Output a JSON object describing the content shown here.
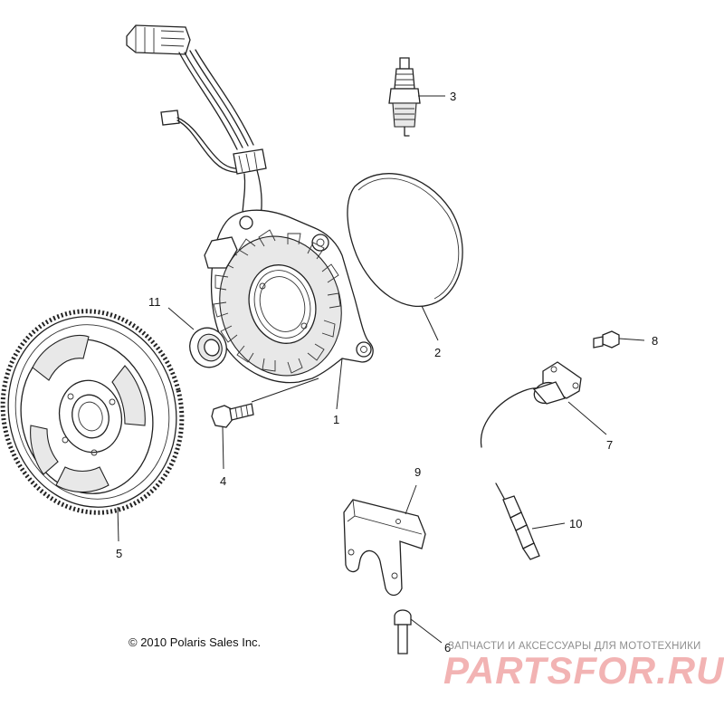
{
  "callouts": [
    {
      "id": "1",
      "label": "1"
    },
    {
      "id": "2",
      "label": "2"
    },
    {
      "id": "3",
      "label": "3"
    },
    {
      "id": "4",
      "label": "4"
    },
    {
      "id": "5",
      "label": "5"
    },
    {
      "id": "6",
      "label": "6"
    },
    {
      "id": "7",
      "label": "7"
    },
    {
      "id": "8",
      "label": "8"
    },
    {
      "id": "9",
      "label": "9"
    },
    {
      "id": "10",
      "label": "10"
    },
    {
      "id": "11",
      "label": "11"
    }
  ],
  "copyright": "© 2010 Polaris Sales Inc.",
  "watermark": {
    "tagline": "ЗАПЧАСТИ И АКСЕССУАРЫ ДЛЯ МОТОТЕХНИКИ",
    "logo": "PARTSFOR.RU",
    "color": "#f2b3b3"
  }
}
